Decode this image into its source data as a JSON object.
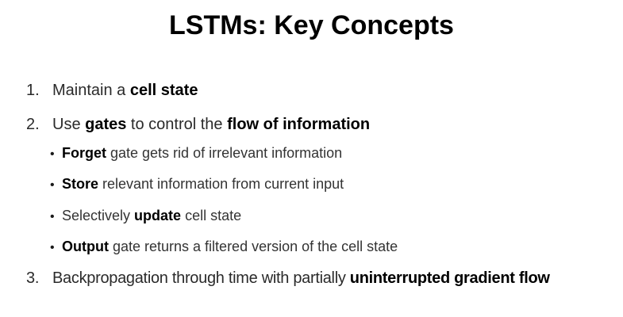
{
  "slide": {
    "title": "LSTMs: Key Concepts",
    "colors": {
      "background": "#ffffff",
      "text": "#2a2a2a",
      "bold_text": "#000000"
    },
    "items": [
      {
        "marker": "1.",
        "segments": [
          {
            "text": "Maintain a ",
            "bold": false
          },
          {
            "text": "cell state",
            "bold": true
          }
        ]
      },
      {
        "marker": "2.",
        "segments": [
          {
            "text": "Use ",
            "bold": false
          },
          {
            "text": "gates",
            "bold": true
          },
          {
            "text": " to control the ",
            "bold": false
          },
          {
            "text": "flow of information",
            "bold": true
          }
        ],
        "bullets": [
          {
            "marker": "•",
            "segments": [
              {
                "text": "Forget",
                "bold": true
              },
              {
                "text": " gate gets rid of irrelevant information",
                "bold": false
              }
            ]
          },
          {
            "marker": "•",
            "segments": [
              {
                "text": "Store",
                "bold": true
              },
              {
                "text": " relevant information from current input",
                "bold": false
              }
            ]
          },
          {
            "marker": "•",
            "segments": [
              {
                "text": "Selectively ",
                "bold": false
              },
              {
                "text": "update",
                "bold": true
              },
              {
                "text": " cell state",
                "bold": false
              }
            ]
          },
          {
            "marker": "•",
            "segments": [
              {
                "text": "Output",
                "bold": true
              },
              {
                "text": " gate returns a filtered version of the cell state",
                "bold": false
              }
            ]
          }
        ]
      },
      {
        "marker": "3.",
        "segments": [
          {
            "text": "Backpropagation through time with partially ",
            "bold": false
          },
          {
            "text": "uninterrupted gradient flow",
            "bold": true
          }
        ]
      }
    ]
  }
}
